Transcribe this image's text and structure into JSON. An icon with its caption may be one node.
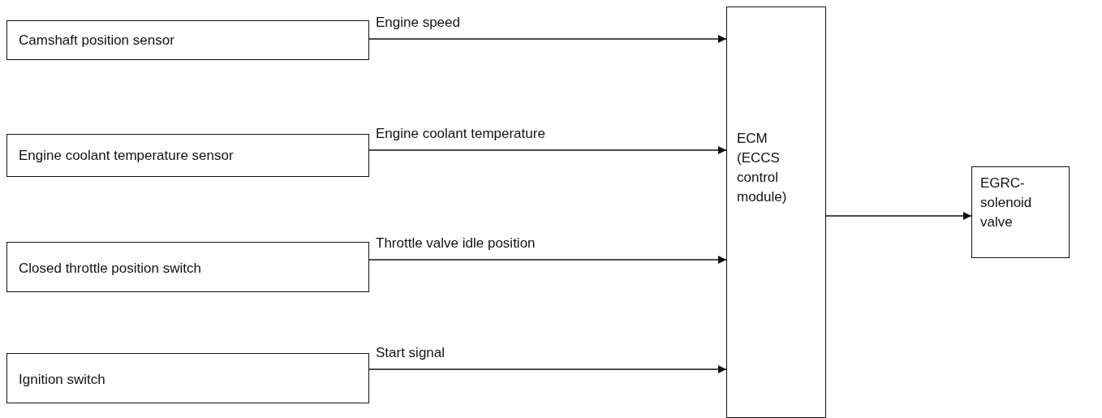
{
  "diagram": {
    "nodes": [
      {
        "text": [
          "Camshaft position sensor"
        ]
      },
      {
        "text": [
          "Engine coolant temperature sensor"
        ]
      },
      {
        "text": [
          "Closed throttle position switch"
        ]
      },
      {
        "text": [
          "Ignition switch"
        ]
      },
      {
        "text": [
          "ECM (ECCS control module)"
        ]
      },
      {
        "text": [
          "EGRC- solenoid valve"
        ]
      }
    ],
    "edges": [
      {
        "from": 0,
        "to": 4,
        "arrow": "to",
        "label": "Engine speed"
      },
      {
        "from": 1,
        "to": 4,
        "arrow": "to",
        "label": "Engine coolant temperature"
      },
      {
        "from": 2,
        "to": 4,
        "arrow": "to",
        "label": "Throttle valve idle position"
      },
      {
        "from": 3,
        "to": 4,
        "arrow": "to",
        "label": "Start signal"
      },
      {
        "from": 4,
        "to": 5,
        "arrow": "to"
      }
    ]
  }
}
